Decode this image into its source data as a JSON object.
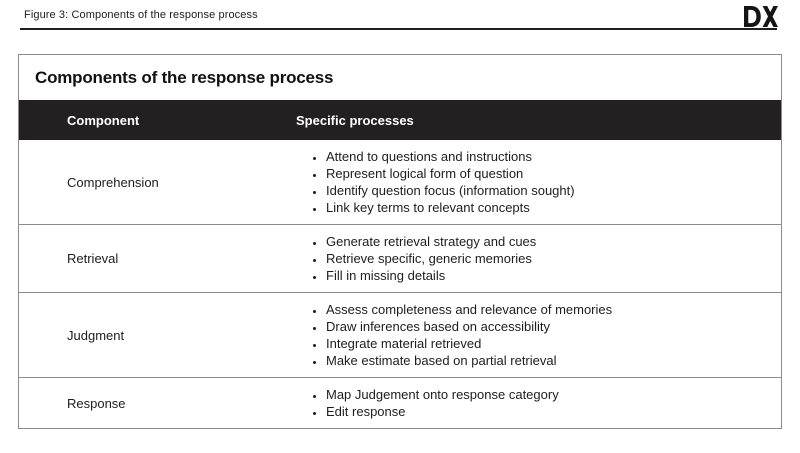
{
  "figure": {
    "caption": "Figure 3: Components of the response process",
    "brand_logo": "DX"
  },
  "table": {
    "title": "Components of the response process",
    "columns": [
      "Component",
      "Specific processes"
    ],
    "rows": [
      {
        "component": "Comprehension",
        "processes": [
          "Attend to questions and instructions",
          "Represent logical form of question",
          "Identify question focus (information sought)",
          "Link key terms to relevant concepts"
        ]
      },
      {
        "component": "Retrieval",
        "processes": [
          "Generate retrieval strategy and cues",
          "Retrieve specific, generic memories",
          "Fill in missing details"
        ]
      },
      {
        "component": "Judgment",
        "processes": [
          "Assess completeness and relevance of memories",
          "Draw inferences based on accessibility",
          "Integrate material retrieved",
          "Make estimate based on partial retrieval"
        ]
      },
      {
        "component": "Response",
        "processes": [
          "Map Judgement onto response category",
          "Edit response"
        ]
      }
    ]
  },
  "colors": {
    "header_bg": "#232021",
    "border": "#8c8c8c",
    "text": "#1d1d1d",
    "rule": "#1f1f1f"
  },
  "chart_data": {
    "type": "table",
    "title": "Components of the response process",
    "columns": [
      "Component",
      "Specific processes"
    ],
    "rows": [
      [
        "Comprehension",
        [
          "Attend to questions and instructions",
          "Represent logical form of question",
          "Identify question focus (information sought)",
          "Link key terms to relevant concepts"
        ]
      ],
      [
        "Retrieval",
        [
          "Generate retrieval strategy and cues",
          "Retrieve specific, generic memories",
          "Fill in missing details"
        ]
      ],
      [
        "Judgment",
        [
          "Assess completeness and relevance of memories",
          "Draw inferences based on accessibility",
          "Integrate material retrieved",
          "Make estimate based on partial retrieval"
        ]
      ],
      [
        "Response",
        [
          "Map Judgement onto response category",
          "Edit response"
        ]
      ]
    ]
  }
}
